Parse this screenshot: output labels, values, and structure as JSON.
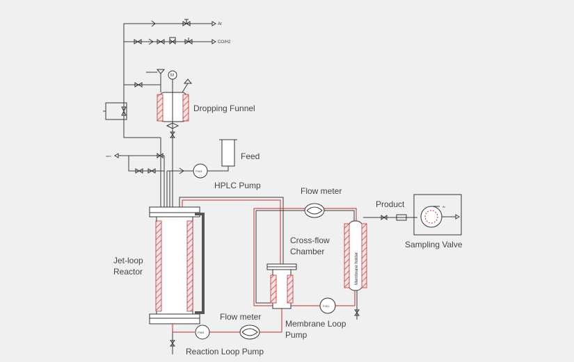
{
  "labels": {
    "dropping_funnel": "Dropping Funnel",
    "feed": "Feed",
    "hplc_pump": "HPLC Pump",
    "flow_meter_top": "Flow meter",
    "product": "Product",
    "sampling_valve": "Sampling Valve",
    "cross_flow_1": "Cross-flow",
    "cross_flow_2": "Chamber",
    "jet_loop_1": "Jet-loop",
    "jet_loop_2": "Reactor",
    "flow_meter_bottom": "Flow meter",
    "membrane_loop_pump_1": "Membrane Loop",
    "membrane_loop_pump_2": "Pump",
    "reaction_loop_pump": "Reaction Loop Pump",
    "membrane_holder": "Membrane holder"
  },
  "small_labels": {
    "ar_line": "Ar",
    "coh2_line": "CO/H2",
    "vent": "vent",
    "motor": "M",
    "pump_p303": "P303",
    "pump_p304": "P304",
    "pump_p401": "P401",
    "sampling_ar": "Ar"
  }
}
